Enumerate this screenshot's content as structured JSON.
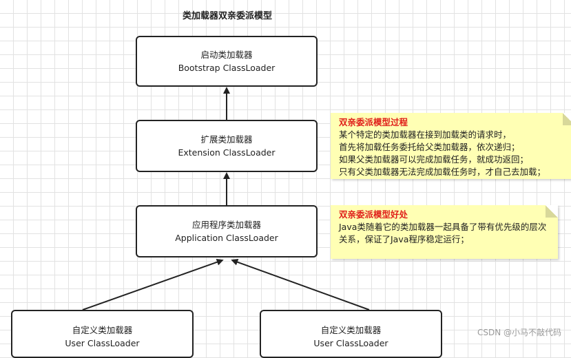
{
  "title": "类加载器双亲委派模型",
  "boxes": {
    "bootstrap": {
      "zh": "启动类加载器",
      "en": "Bootstrap ClassLoader"
    },
    "extension": {
      "zh": "扩展类加载器",
      "en": "Extension ClassLoader"
    },
    "application": {
      "zh": "应用程序类加载器",
      "en": "Application ClassLoader"
    },
    "user_left": {
      "zh": "自定义类加载器",
      "en": "User ClassLoader"
    },
    "user_right": {
      "zh": "自定义类加载器",
      "en": "User ClassLoader"
    }
  },
  "notes": {
    "process": {
      "title": "双亲委派模型过程",
      "lines": [
        "某个特定的类加载器在接到加载类的请求时，",
        "首先将加载任务委托给父类加载器，依次递归；",
        "如果父类加载器可以完成加载任务，就成功返回；",
        "只有父类加载器无法完成加载任务时，才自己去加载；"
      ]
    },
    "benefit": {
      "title": "双亲委派模型好处",
      "lines": [
        "Java类随着它的类加载器一起具备了带有优先级的层次",
        "关系，保证了Java程序稳定运行；"
      ]
    }
  },
  "watermark": "CSDN @小马不敲代码",
  "colors": {
    "note_background": "#ffffb4",
    "note_title": "#e0201b",
    "box_border": "#222222",
    "grid": "#e2e2e2"
  }
}
